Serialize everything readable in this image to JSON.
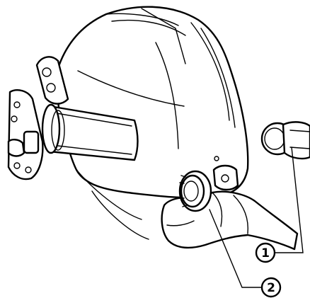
{
  "callouts": [
    {
      "number": "1",
      "part": "plug"
    },
    {
      "number": "2",
      "part": "seal"
    }
  ]
}
